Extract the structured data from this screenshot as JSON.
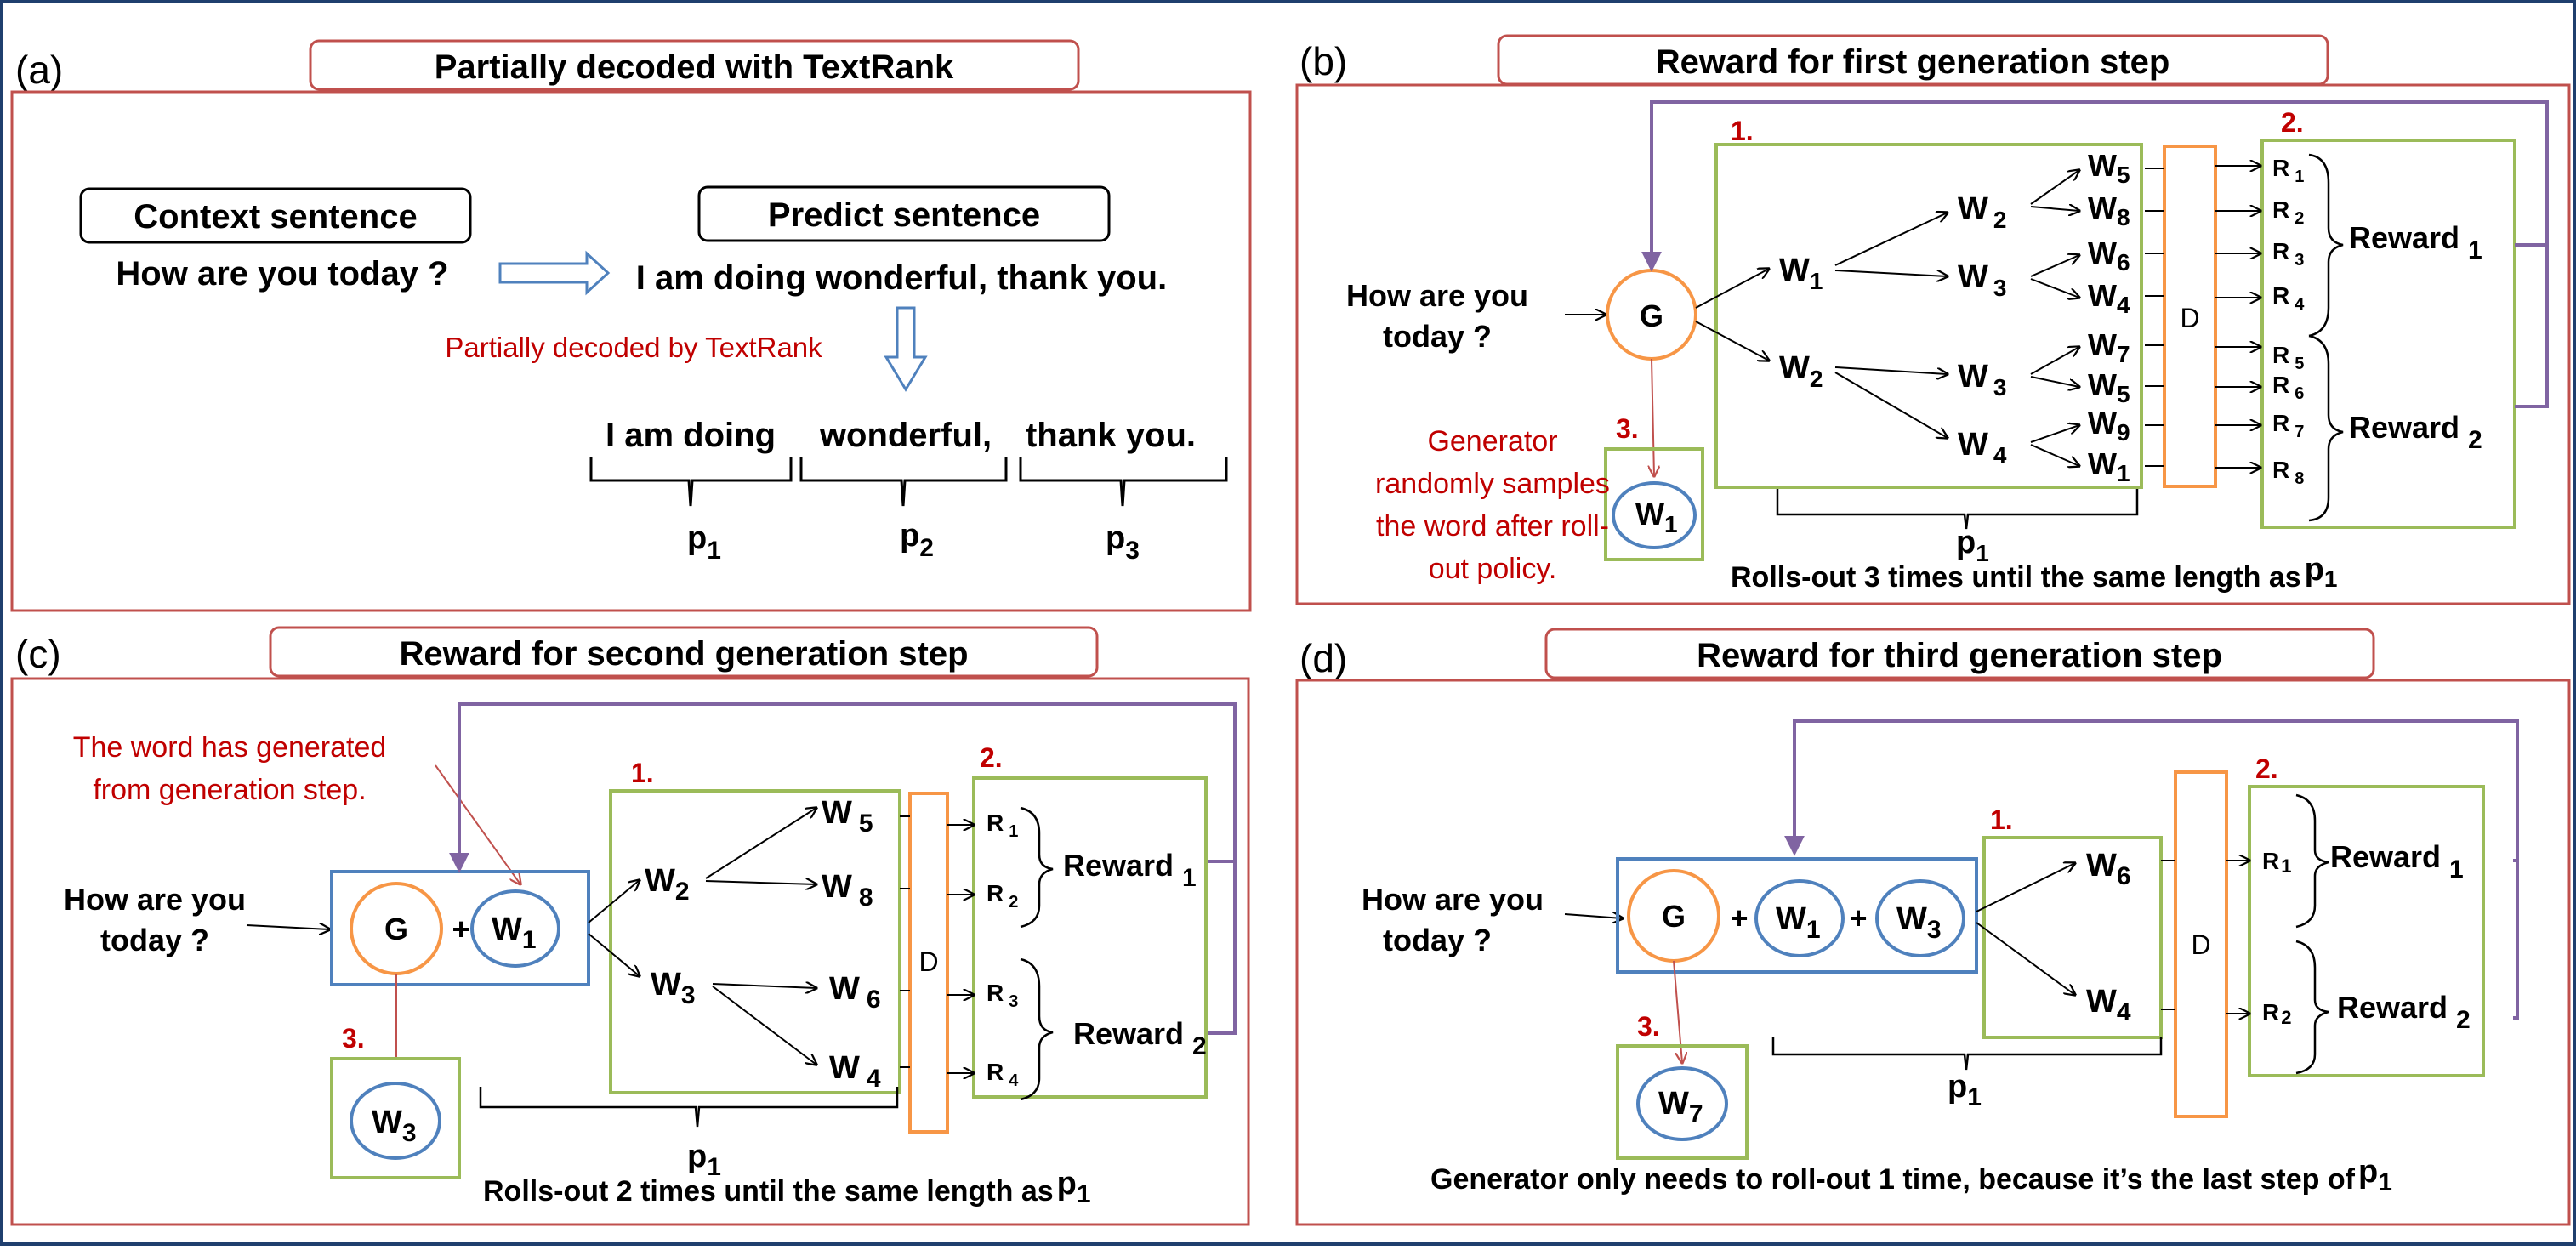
{
  "colors": {
    "frame": "#1f3f6e",
    "panel": "#c0504d",
    "green": "#9bbb59",
    "orange": "#f79646",
    "blue": "#4f81bd",
    "purple": "#8064a2",
    "red_text": "#c00000",
    "arrow": "#000000"
  },
  "panel_a": {
    "label": "(a)",
    "title": "Partially decoded with TextRank",
    "context_label": "Context sentence",
    "context_text": "How are you today ?",
    "predict_label": "Predict sentence",
    "predict_text": "I am doing wonderful, thank you.",
    "textrank_note": "Partially decoded by TextRank",
    "parts": [
      "I am doing",
      "wonderful,",
      "thank you."
    ],
    "part_labels": [
      {
        "base": "p",
        "sub": "1"
      },
      {
        "base": "p",
        "sub": "2"
      },
      {
        "base": "p",
        "sub": "3"
      }
    ]
  },
  "panel_b": {
    "label": "(b)",
    "title": "Reward for first generation step",
    "input_line1": "How are you",
    "input_line2": "today ?",
    "generator": "G",
    "step1": "1.",
    "step2": "2.",
    "step3": "3.",
    "level1": [
      {
        "base": "W",
        "sub": "1"
      },
      {
        "base": "W",
        "sub": "2"
      }
    ],
    "level2": [
      {
        "base": "W",
        "sub": "2"
      },
      {
        "base": "W",
        "sub": "3"
      },
      {
        "base": "W",
        "sub": "3"
      },
      {
        "base": "W",
        "sub": "4"
      }
    ],
    "level3": [
      {
        "base": "W",
        "sub": "5"
      },
      {
        "base": "W",
        "sub": "8"
      },
      {
        "base": "W",
        "sub": "6"
      },
      {
        "base": "W",
        "sub": "4"
      },
      {
        "base": "W",
        "sub": "7"
      },
      {
        "base": "W",
        "sub": "5"
      },
      {
        "base": "W",
        "sub": "9"
      },
      {
        "base": "W",
        "sub": "1"
      }
    ],
    "discriminator": "D",
    "rewards_r": [
      {
        "base": "R",
        "sub": "1"
      },
      {
        "base": "R",
        "sub": "2"
      },
      {
        "base": "R",
        "sub": "3"
      },
      {
        "base": "R",
        "sub": "4"
      },
      {
        "base": "R",
        "sub": "5"
      },
      {
        "base": "R",
        "sub": "6"
      },
      {
        "base": "R",
        "sub": "7"
      },
      {
        "base": "R",
        "sub": "8"
      }
    ],
    "reward_groups": [
      {
        "base": "Reward",
        "sub": "1"
      },
      {
        "base": "Reward",
        "sub": "2"
      }
    ],
    "sampled": {
      "base": "W",
      "sub": "1"
    },
    "note_lines": [
      "Generator",
      "randomly samples",
      "the word after roll-",
      "out policy."
    ],
    "p_label": {
      "base": "p",
      "sub": "1"
    },
    "caption": "Rolls-out 3 times until the same length as"
  },
  "panel_c": {
    "label": "(c)",
    "title": "Reward for second generation step",
    "note_lines": [
      "The word has generated",
      "from  generation step."
    ],
    "input_line1": "How are you",
    "input_line2": "today ?",
    "generator": "G",
    "plus": "+",
    "generated": {
      "base": "W",
      "sub": "1"
    },
    "step1": "1.",
    "step2": "2.",
    "step3": "3.",
    "level1": [
      {
        "base": "W",
        "sub": "2"
      },
      {
        "base": "W",
        "sub": "3"
      }
    ],
    "level2": [
      {
        "base": "W",
        "sub": "5"
      },
      {
        "base": "W",
        "sub": "8"
      },
      {
        "base": "W",
        "sub": "6"
      },
      {
        "base": "W",
        "sub": "4"
      }
    ],
    "discriminator": "D",
    "rewards_r": [
      {
        "base": "R",
        "sub": "1"
      },
      {
        "base": "R",
        "sub": "2"
      },
      {
        "base": "R",
        "sub": "3"
      },
      {
        "base": "R",
        "sub": "4"
      }
    ],
    "reward_groups": [
      {
        "base": "Reward",
        "sub": "1"
      },
      {
        "base": "Reward",
        "sub": "2"
      }
    ],
    "sampled": {
      "base": "W",
      "sub": "3"
    },
    "p_label": {
      "base": "p",
      "sub": "1"
    },
    "caption": "Rolls-out  2 times until the same length as"
  },
  "panel_d": {
    "label": "(d)",
    "title": "Reward for third generation step",
    "input_line1": "How are you",
    "input_line2": "today ?",
    "generator": "G",
    "plus": "+",
    "generated": [
      {
        "base": "W",
        "sub": "1"
      },
      {
        "base": "W",
        "sub": "3"
      }
    ],
    "step1": "1.",
    "step2": "2.",
    "step3": "3.",
    "level1": [
      {
        "base": "W",
        "sub": "6"
      },
      {
        "base": "W",
        "sub": "4"
      }
    ],
    "discriminator": "D",
    "rewards_r": [
      {
        "base": "R",
        "sub": "1"
      },
      {
        "base": "R",
        "sub": "2"
      }
    ],
    "reward_groups": [
      {
        "base": "Reward",
        "sub": "1"
      },
      {
        "base": "Reward",
        "sub": "2"
      }
    ],
    "sampled": {
      "base": "W",
      "sub": "7"
    },
    "p_label": {
      "base": "p",
      "sub": "1"
    },
    "caption": "Generator only needs to roll-out 1 time, because it’s the last step of"
  }
}
